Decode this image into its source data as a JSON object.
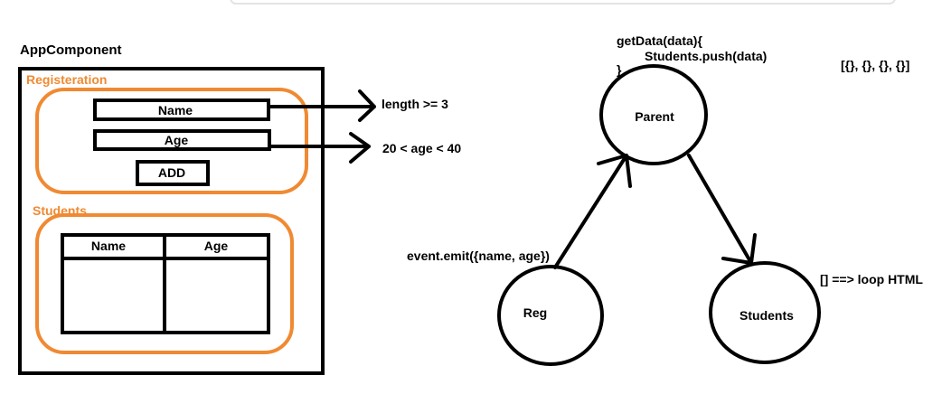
{
  "colors": {
    "ink": "#000000",
    "accent": "#f08a32",
    "panel_shadow": "#e2e2e2"
  },
  "app": {
    "title": "AppComponent"
  },
  "registration": {
    "title": "Registeration",
    "name_field": "Name",
    "age_field": "Age",
    "add_button": "ADD",
    "name_rule": "length >= 3",
    "age_rule": "20 < age < 40"
  },
  "students_section": {
    "title": "Students",
    "columns": [
      "Name",
      "Age"
    ]
  },
  "flow": {
    "parent_code_line1": "getData(data){",
    "parent_code_line2": "Students.push(data)",
    "parent_code_line3": "}",
    "array_example": "[{}, {}, {}, {}]",
    "parent_node": "Parent",
    "reg_node": "Reg",
    "students_node": "Students",
    "emit_label": "event.emit({name, age})",
    "loop_label": "[] ==> loop HTML"
  }
}
